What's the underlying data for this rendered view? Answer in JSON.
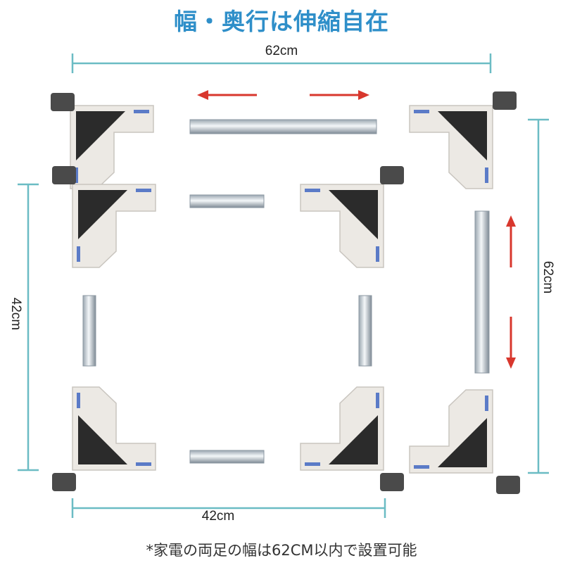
{
  "title": "幅・奥行は伸縮自在",
  "dimensions": {
    "top_width": "62cm",
    "right_depth": "62cm",
    "left_depth": "42cm",
    "bottom_width": "42cm"
  },
  "note": "*家電の両足の幅は62CM以内で設置可能",
  "colors": {
    "title": "#2f8fc9",
    "dimension_line": "#6bbcc4",
    "arrow": "#d8372d",
    "frame": "#ece9e4",
    "corner_pad": "#2b2b2b"
  }
}
